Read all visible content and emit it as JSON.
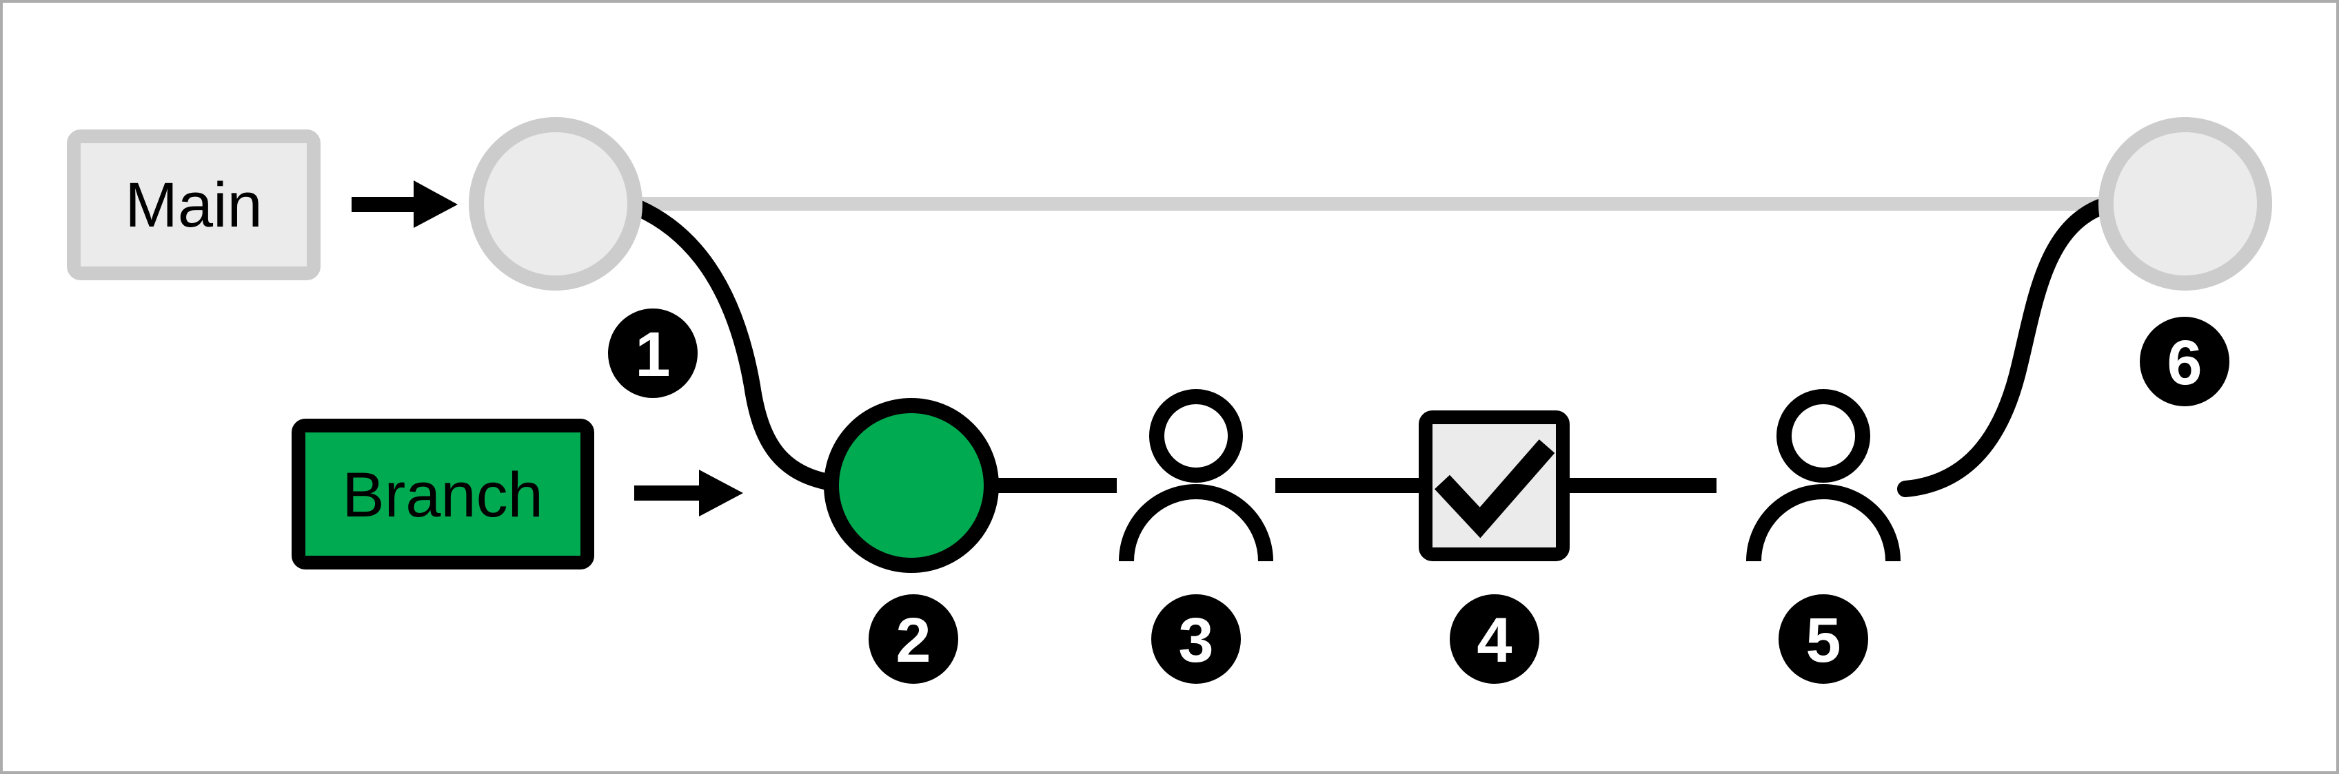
{
  "diagram": {
    "labels": {
      "main": "Main",
      "branch": "Branch"
    },
    "badges": [
      "1",
      "2",
      "3",
      "4",
      "5",
      "6"
    ],
    "icons": [
      "main-start-commit-circle",
      "branch-commit-circle",
      "person-icon",
      "checkbox-checked-icon",
      "person-icon",
      "main-merge-commit-circle"
    ],
    "colors": {
      "branch_green": "#00AA50",
      "neutral_fill": "#EBEBEB",
      "neutral_stroke": "#CCCCCC",
      "main_line_gray": "#D2D2D2",
      "line_black": "#000000",
      "badge_background": "#000000",
      "badge_text": "#FFFFFF",
      "frame_border": "#ACACAC",
      "background": "#FFFFFF"
    }
  }
}
